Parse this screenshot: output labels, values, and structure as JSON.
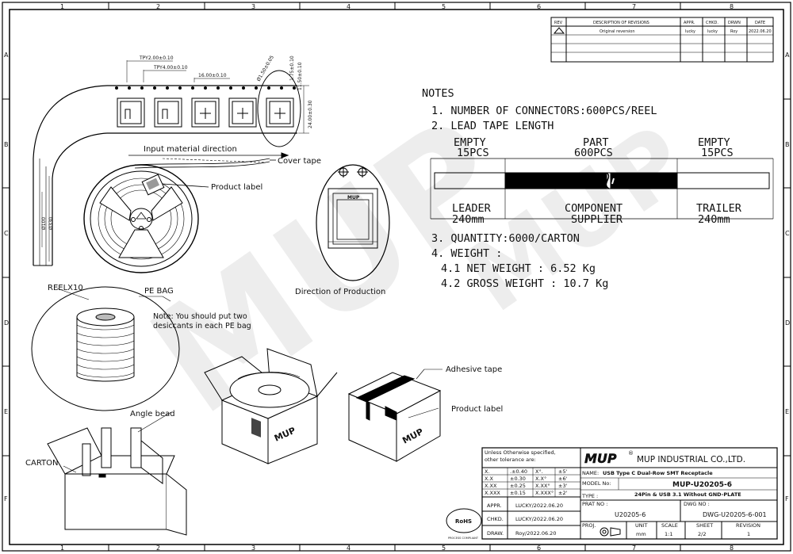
{
  "frame": {
    "columns": [
      "1",
      "2",
      "3",
      "4",
      "5",
      "6",
      "7",
      "8"
    ],
    "rows": [
      "A",
      "B",
      "C",
      "D",
      "E",
      "F"
    ]
  },
  "revision_block": {
    "headers": [
      "REV",
      "DESCRIPTION OF REVISIONS",
      "APPR.",
      "CHKD.",
      "DRWN",
      "DATE"
    ],
    "row1": {
      "description": "Original reversion",
      "appr": "lucky",
      "chkd": "lucky",
      "drwn": "Roy",
      "date": "2022.06.20"
    }
  },
  "tape_detail": {
    "dims": [
      "TPY2.00±0.10",
      "TPY4.00±0.10",
      "16.00±0.10",
      "Ø1.50±0.05",
      "1.75±0.10",
      "11.50±0.10",
      "24.00±0.30"
    ],
    "input_direction": "Input material direction",
    "cover_tape": "Cover tape",
    "product_label": "Product label",
    "reel_dims": [
      "Ø100",
      "Ø330"
    ],
    "direction_of_production": "Direction of Production",
    "mup_mark": "MUP"
  },
  "notes": {
    "title": "NOTES",
    "n1": "1. NUMBER OF CONNECTORS:600PCS/REEL",
    "n2": "2. LEAD TAPE LENGTH",
    "tape": {
      "empty1": "EMPTY",
      "empty1_qty": "15PCS",
      "part": "PART",
      "part_qty": "600PCS",
      "empty2": "EMPTY",
      "empty2_qty": "15PCS",
      "leader": "LEADER",
      "leader_len": "240mm",
      "component": "COMPONENT",
      "supplier": "SUPPLIER",
      "trailer": "TRAILER",
      "trailer_len": "240mm"
    },
    "n3": "3. QUANTITY:6000/CARTON",
    "n4": "4. WEIGHT :",
    "n41": "4.1 NET WEIGHT : 6.52 Kg",
    "n42": "4.2 GROSS WEIGHT : 10.7 Kg"
  },
  "packing": {
    "reelx10": "REELX10",
    "pe_bag": "PE BAG",
    "note": "Note: You should put two",
    "note2": "desiccants in each PE bag",
    "angle_bead": "Angle bead",
    "carton": "CARTON",
    "adhesive_tape": "Adhesive tape",
    "product_label": "Product label",
    "box_mark": "MUP"
  },
  "title_block": {
    "tolerance_head": "Unless Otherwise specified,",
    "tolerance_head2": "other tolerance are:",
    "tol": [
      [
        "X.",
        ".±0.40",
        "X°.",
        "±5'"
      ],
      [
        "X.X",
        "±0.30",
        "X.X°",
        "±6'"
      ],
      [
        "X.XX",
        "±0.25",
        "X.XX°",
        "±3'"
      ],
      [
        "X.XXX",
        "±0.15",
        "X.XXX°",
        "±2'"
      ]
    ],
    "appr_label": "APPR.",
    "appr_val": "LUCKY/2022.06.20",
    "chkd_label": "CHKD.",
    "chkd_val": "LUCKY/2022.06.20",
    "draw_label": "DRAW.",
    "draw_val": "Roy/2022.06.20",
    "rohs": "RoHS",
    "rohs_sub": "PROCESS COMPLIANT",
    "logo": "MUP",
    "company": "MUP INDUSTRIAL CO.,LTD.",
    "name_label": "NAME:",
    "name_val": "USB Type C  Dual-Row SMT Receptacle",
    "model_label": "MODEL No:",
    "model_val": "MUP-U20205-6",
    "type_label": "TYPE :",
    "type_val": "24Pin & USB 3.1 Without GND-PLATE",
    "part_label": "PRAT NO :",
    "part_val": "U20205-6",
    "dwg_label": "DWG NO :",
    "dwg_val": "DWG-U20205-6-001",
    "proj_label": "PROJ.",
    "unit_label": "UNIT",
    "unit_val": "mm",
    "scale_label": "SCALE",
    "scale_val": "1:1",
    "sheet_label": "SHEET",
    "sheet_val": "2/2",
    "rev_label": "REVISION",
    "rev_val": "1"
  },
  "watermark": "MUP"
}
